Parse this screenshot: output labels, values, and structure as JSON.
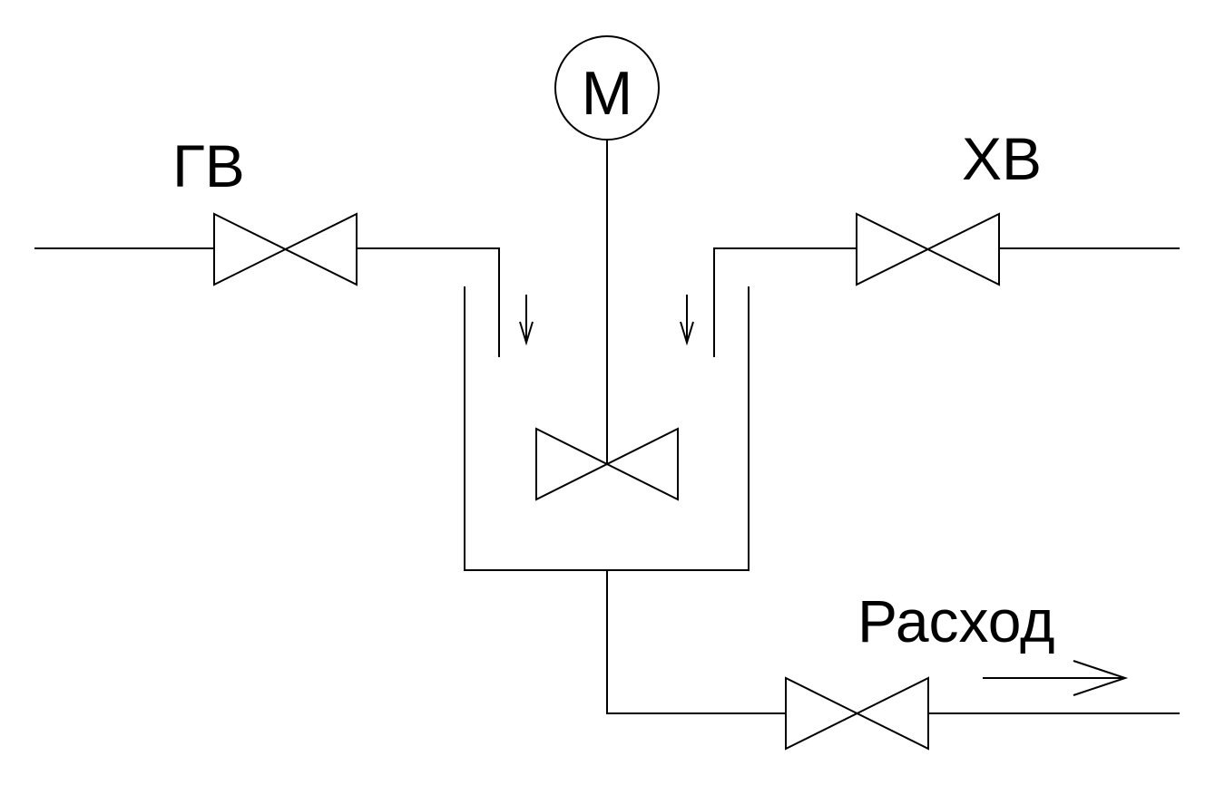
{
  "labels": {
    "hot_water": "ГВ",
    "cold_water": "ХВ",
    "motor": "М",
    "flow_out": "Расход"
  },
  "colors": {
    "stroke": "#000000",
    "background": "#ffffff"
  }
}
